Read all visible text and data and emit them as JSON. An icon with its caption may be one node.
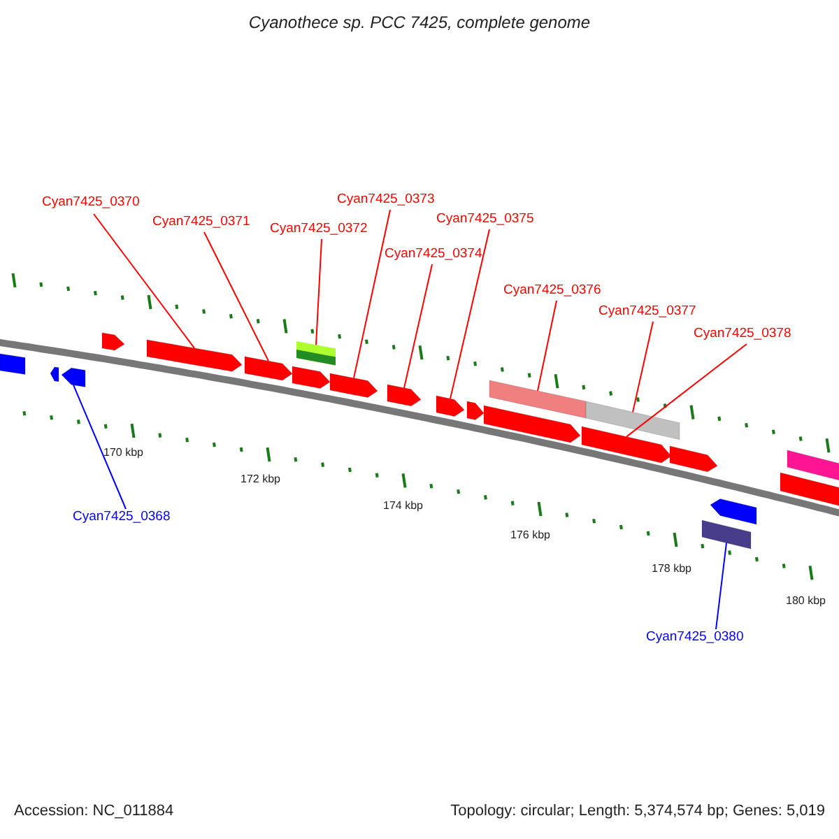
{
  "diagram": {
    "title": "Cyanothece sp. PCC 7425, complete genome",
    "nodes": [
      {
        "text": [
          "Cyan7425_0370"
        ]
      },
      {
        "text": [
          "Cyan7425_0371"
        ]
      },
      {
        "text": [
          "Cyan7425_0372"
        ]
      },
      {
        "text": [
          "Cyan7425_0373"
        ]
      },
      {
        "text": [
          "Cyan7425_0374"
        ]
      },
      {
        "text": [
          "Cyan7425_0375"
        ]
      },
      {
        "text": [
          "Cyan7425_0376"
        ]
      },
      {
        "text": [
          "Cyan7425_0377"
        ]
      },
      {
        "text": [
          "Cyan7425_0378"
        ]
      },
      {
        "text": [
          "Cyan7425_0368"
        ]
      },
      {
        "text": [
          "Cyan7425_0380"
        ]
      },
      {
        "text": [],
        "shape": "bar"
      },
      {
        "text": [],
        "shape": "bar"
      },
      {
        "text": [],
        "shape": "bar"
      },
      {
        "text": [],
        "shape": "bar"
      },
      {
        "text": [],
        "shape": "bar"
      },
      {
        "text": [],
        "shape": "bar"
      },
      {
        "text": [],
        "shape": "bar"
      },
      {
        "text": [],
        "shape": "bar"
      },
      {
        "text": [],
        "shape": "bar"
      },
      {
        "text": [],
        "shape": "bar"
      },
      {
        "text": [],
        "shape": "bar"
      },
      {
        "text": [],
        "shape": "bar"
      },
      {
        "text": [],
        "shape": "bar"
      },
      {
        "text": [],
        "shape": "bar"
      },
      {
        "text": [],
        "shape": "bar"
      },
      {
        "text": [],
        "shape": "bar"
      },
      {
        "text": [],
        "shape": "bar"
      },
      {
        "text": [],
        "shape": "bar"
      },
      {
        "text": [],
        "shape": "bar"
      },
      {
        "text": [],
        "shape": "bar"
      },
      {
        "text": [],
        "shape": "bar"
      }
    ],
    "edges": [
      {
        "from": 0,
        "to": 15,
        "arrow": "none"
      },
      {
        "from": 1,
        "to": 16,
        "arrow": "none"
      },
      {
        "from": 2,
        "to": 17,
        "arrow": "none"
      },
      {
        "from": 3,
        "to": 19,
        "arrow": "none"
      },
      {
        "from": 4,
        "to": 20,
        "arrow": "none"
      },
      {
        "from": 5,
        "to": 21,
        "arrow": "none"
      },
      {
        "from": 6,
        "to": 23,
        "arrow": "none"
      },
      {
        "from": 7,
        "to": 24,
        "arrow": "none"
      },
      {
        "from": 8,
        "to": 26,
        "arrow": "none"
      },
      {
        "from": 9,
        "to": 13,
        "arrow": "none",
        "color": "#0000ff"
      },
      {
        "from": 10,
        "to": 31,
        "arrow": "none",
        "color": "#0000ff"
      }
    ],
    "labels": [
      "170 kbp",
      "172 kbp",
      "174 kbp",
      "176 kbp",
      "178 kbp",
      "180 kbp",
      "Accession: NC_011884",
      "Topology: circular; Length: 5,374,574 bp; Genes: 5,019"
    ]
  }
}
